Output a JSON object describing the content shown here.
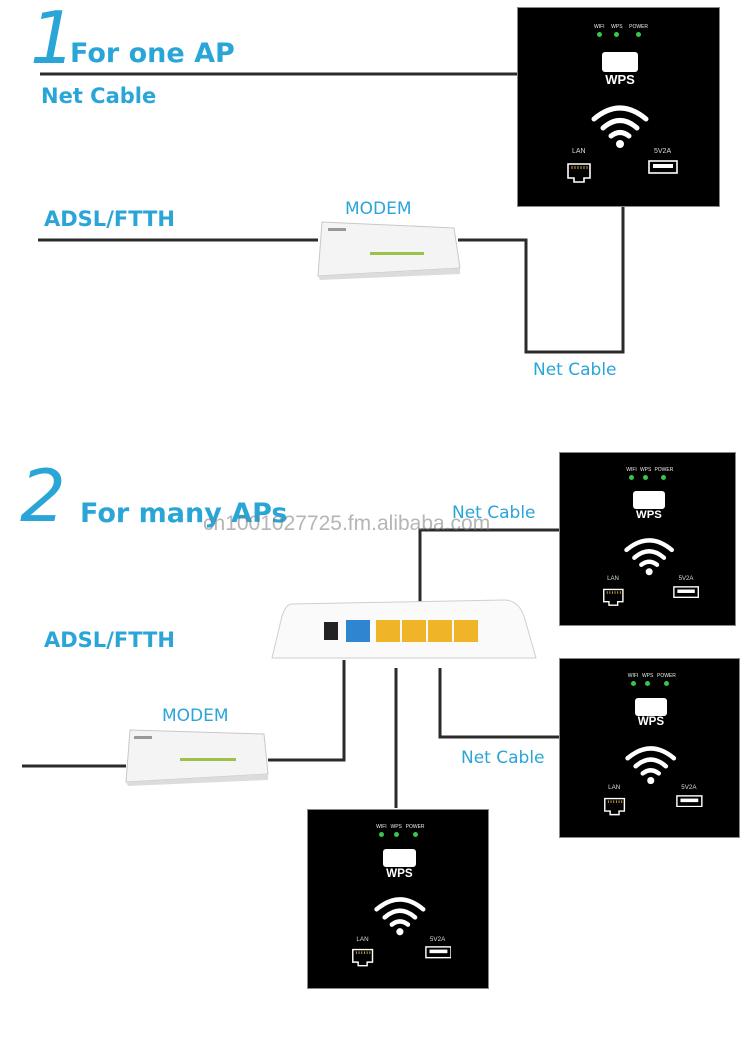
{
  "section1": {
    "number": "1",
    "title": "For one AP",
    "net_cable_top": "Net Cable",
    "adsl": "ADSL/FTTH",
    "modem": "MODEM",
    "net_cable_bottom": "Net Cable"
  },
  "section2": {
    "number": "2",
    "title": "For many APs",
    "net_cable_a": "Net Cable",
    "adsl": "ADSL/FTTH",
    "modem": "MODEM",
    "net_cable_b": "Net Cable"
  },
  "watermark": "cn1001027725.fm.alibaba.com",
  "ap_panel": {
    "led_wifi": "WIFI",
    "led_wps": "WPS",
    "led_power": "POWER",
    "wps_label": "WPS",
    "lan_label": "LAN",
    "usb_label": "5V2A"
  },
  "colors": {
    "accent": "#2aa5d8",
    "panel": "#000000",
    "led": "#39c44a",
    "router_port": "#f0b429",
    "router_wan": "#2e86d1"
  }
}
